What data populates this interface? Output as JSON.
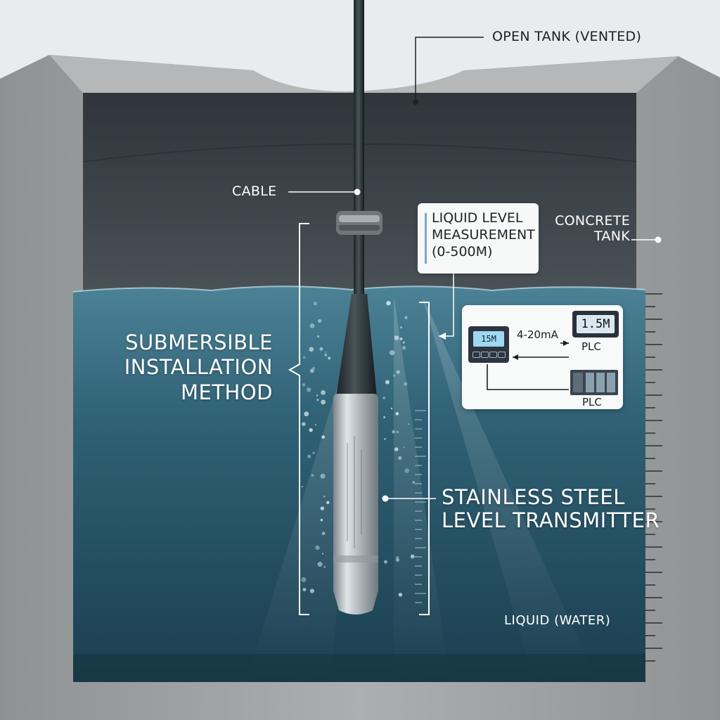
{
  "labels": {
    "open_tank": "OPEN TANK (VENTED)",
    "cable": "CABLE",
    "concrete_tank_line1": "CONCRETE",
    "concrete_tank_line2": "TANK",
    "submersible_line1": "SUBMERSIBLE",
    "submersible_line2": "INSTALLATION",
    "submersible_line3": "METHOD",
    "transmitter_line1": "STAINLESS STEEL",
    "transmitter_line2": "LEVEL TRANSMITTER",
    "liquid": "LIQUID (WATER)"
  },
  "measurement_callout": {
    "line1": "LIQUID LEVEL",
    "line2": "MEASUREMENT",
    "line3": "(0-500M)"
  },
  "signal_panel": {
    "meter_reading": "15M",
    "signal_type": "4-20mA",
    "plc_reading": "1.5M",
    "plc_top_label": "PLC",
    "plc_bottom_label": "PLC"
  },
  "colors": {
    "background": "#e9ecee",
    "concrete": "#a3a5a6",
    "tank_interior": "#3c4349",
    "water": "#2d5e72",
    "steel": "#b9c0c5",
    "callout_accent": "#7ea6c4"
  }
}
